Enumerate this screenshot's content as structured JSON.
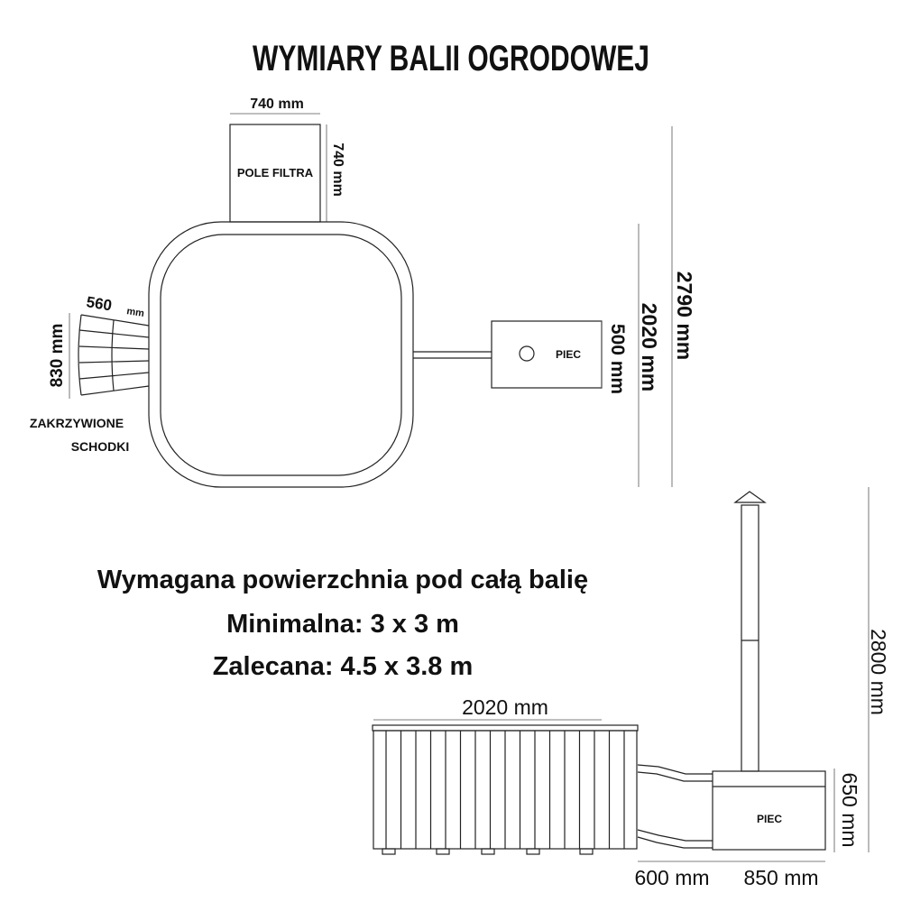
{
  "title": "WYMIARY BALII OGRODOWEJ",
  "top_view": {
    "filter_label": "POLE FILTRA",
    "filter_width": "740 mm",
    "filter_depth": "740 mm",
    "stairs_width": "560",
    "stairs_width_unit": "mm",
    "stairs_height": "830 mm",
    "stairs_label_line1": "ZAKRZYWIONE",
    "stairs_label_line2": "SCHODKI",
    "stove_label": "PIEC",
    "stove_depth": "500 mm",
    "tub_depth": "2020 mm",
    "total_depth": "2790 mm"
  },
  "requirements": {
    "heading": "Wymagana powierzchnia pod całą balię",
    "minimum": "Minimalna: 3 x 3 m",
    "recommended": "Zalecana: 4.5 x 3.8 m"
  },
  "side_view": {
    "tub_width": "2020 mm",
    "total_height": "2800 mm",
    "stove_height": "650 mm",
    "stove_label": "PIEC",
    "gap_width": "600 mm",
    "stove_width": "850 mm"
  }
}
